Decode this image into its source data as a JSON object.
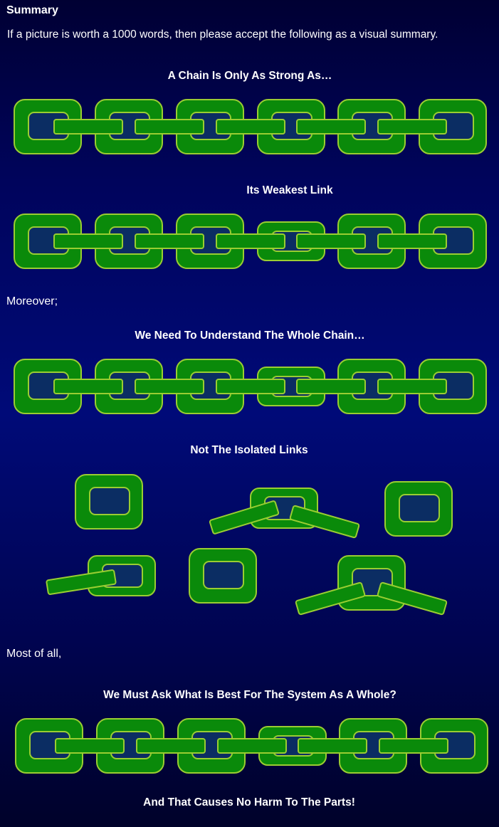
{
  "heading": "Summary",
  "intro": "If a picture is worth a 1000 words, then please accept the following as a visual summary.",
  "captions": {
    "strong": "A Chain Is Only As Strong As…",
    "weakest": "Its Weakest Link",
    "moreover": "Moreover;",
    "whole_chain": "We Need To Understand The Whole Chain…",
    "isolated": "Not The Isolated Links",
    "most_of_all": "Most of all,",
    "ask": "We Must Ask What Is Best For The System As A Whole?",
    "no_harm": "And That Causes No Harm To The Parts!"
  },
  "colors": {
    "background_top": "#000033",
    "background_mid": "#000a78",
    "link_fill": "#0a8a0a",
    "link_outline": "#9acd32",
    "link_hole": "#0b2d63",
    "text": "#ffffff"
  },
  "diagrams": {
    "chain_complete": {
      "links": 6,
      "weak_link_index": null,
      "icon": "chain-icon"
    },
    "chain_weak": {
      "links": 6,
      "weak_link_index": 3,
      "icon": "chain-icon"
    },
    "chain_whole": {
      "links": 6,
      "weak_link_index": 3,
      "icon": "chain-icon"
    },
    "isolated_links": {
      "links": 6,
      "broken": true,
      "icon": "broken-chain-icon"
    },
    "chain_system": {
      "links": 6,
      "weak_link_index": 3,
      "icon": "chain-icon"
    }
  }
}
